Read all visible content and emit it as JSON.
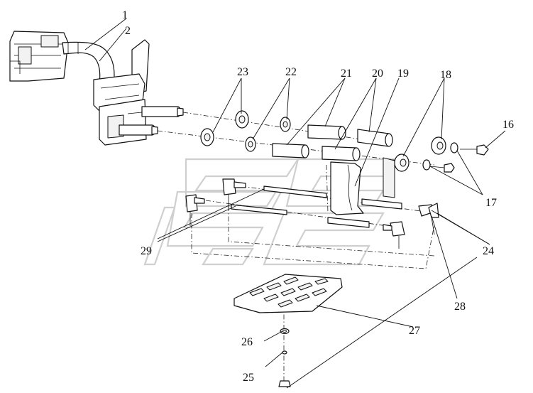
{
  "callouts": {
    "n1": "1",
    "n2": "2",
    "n16": "16",
    "n17": "17",
    "n18": "18",
    "n19": "19",
    "n20": "20",
    "n21": "21",
    "n22": "22",
    "n23": "23",
    "n24": "24",
    "n25": "25",
    "n26": "26",
    "n27": "27",
    "n28": "28",
    "n29": "29"
  }
}
